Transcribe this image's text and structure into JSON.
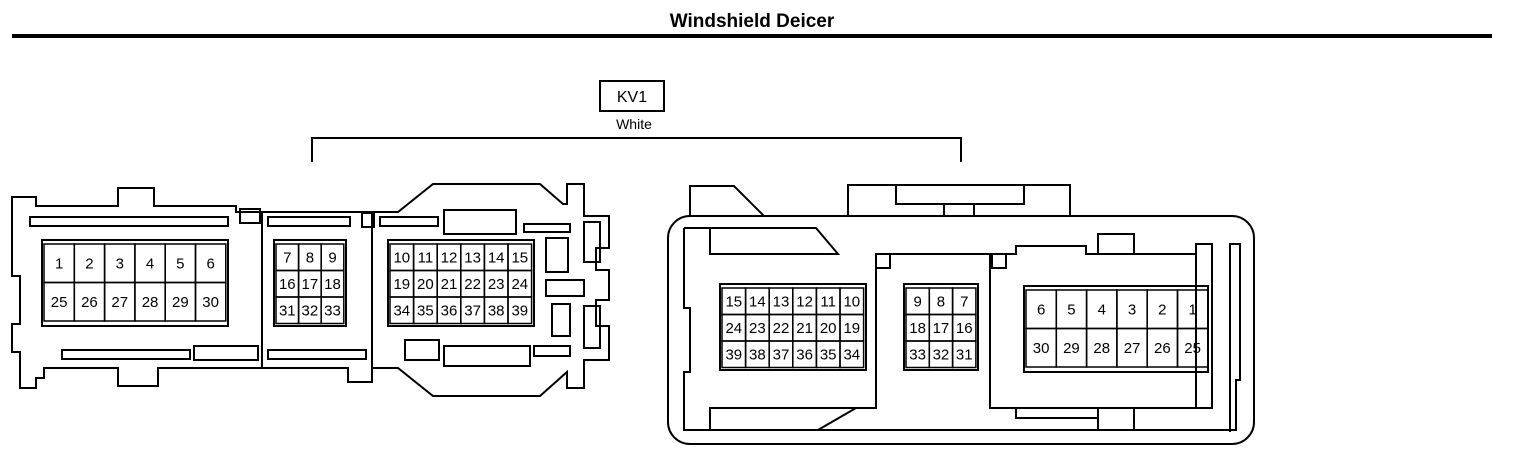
{
  "title": "Windshield Deicer",
  "connector": {
    "id": "KV1",
    "color": "White"
  },
  "left_connector": {
    "block_a": {
      "rows": [
        [
          "1",
          "2",
          "3",
          "4",
          "5",
          "6"
        ],
        [
          "25",
          "26",
          "27",
          "28",
          "29",
          "30"
        ]
      ]
    },
    "block_b": {
      "rows": [
        [
          "7",
          "8",
          "9"
        ],
        [
          "16",
          "17",
          "18"
        ],
        [
          "31",
          "32",
          "33"
        ]
      ]
    },
    "block_c": {
      "rows": [
        [
          "10",
          "11",
          "12",
          "13",
          "14",
          "15"
        ],
        [
          "19",
          "20",
          "21",
          "22",
          "23",
          "24"
        ],
        [
          "34",
          "35",
          "36",
          "37",
          "38",
          "39"
        ]
      ]
    }
  },
  "right_connector": {
    "block_a": {
      "rows": [
        [
          "15",
          "14",
          "13",
          "12",
          "11",
          "10"
        ],
        [
          "24",
          "23",
          "22",
          "21",
          "20",
          "19"
        ],
        [
          "39",
          "38",
          "37",
          "36",
          "35",
          "34"
        ]
      ]
    },
    "block_b": {
      "rows": [
        [
          "9",
          "8",
          "7"
        ],
        [
          "18",
          "17",
          "16"
        ],
        [
          "33",
          "32",
          "31"
        ]
      ]
    },
    "block_c": {
      "rows": [
        [
          "6",
          "5",
          "4",
          "3",
          "2",
          "1"
        ],
        [
          "30",
          "29",
          "28",
          "27",
          "26",
          "25"
        ]
      ]
    }
  }
}
